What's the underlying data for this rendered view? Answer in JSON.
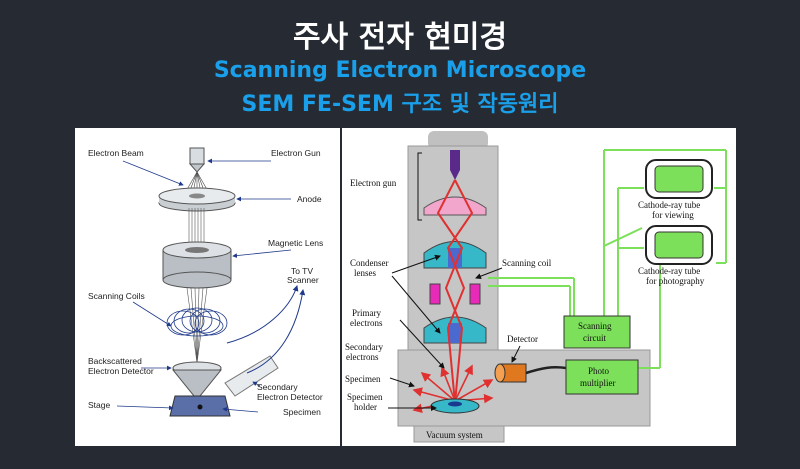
{
  "header": {
    "title_ko": "주사 전자 현미경",
    "title_en": "Scanning Electron Microscope",
    "subtitle": "SEM FE-SEM 구조 및 작동원리"
  },
  "left_diagram": {
    "electron_beam": "Electron Beam",
    "electron_gun": "Electron Gun",
    "anode": "Anode",
    "magnetic_lens": "Magnetic Lens",
    "to_tv_1": "To TV",
    "to_tv_2": "Scanner",
    "scanning_coils": "Scanning Coils",
    "backscattered_1": "Backscattered",
    "backscattered_2": "Electron Detector",
    "secondary_1": "Secondary",
    "secondary_2": "Electron Detector",
    "stage": "Stage",
    "specimen": "Specimen"
  },
  "right_diagram": {
    "electron_gun": "Electron gun",
    "condenser_1": "Condenser",
    "condenser_2": "lenses",
    "primary_1": "Primary",
    "primary_2": "electrons",
    "secondary_1": "Secondary",
    "secondary_2": "electrons",
    "specimen": "Specimen",
    "holder_1": "Specimen",
    "holder_2": "holder",
    "scanning_coil": "Scanning coil",
    "detector": "Detector",
    "scanning_circuit_1": "Scanning",
    "scanning_circuit_2": "circuit",
    "photo_1": "Photo",
    "photo_2": "multiplier",
    "crt_view_1": "Cathode-ray tube",
    "crt_view_2": "for viewing",
    "crt_photo_1": "Cathode-ray tube",
    "crt_photo_2": "for photography",
    "vacuum": "Vacuum system"
  },
  "colors": {
    "background": "#262b33",
    "title_white": "#ffffff",
    "title_blue": "#1aa0ea",
    "green": "#7de05a",
    "red": "#e03030",
    "cyan": "#36b8c8",
    "magenta": "#e82ab8"
  }
}
